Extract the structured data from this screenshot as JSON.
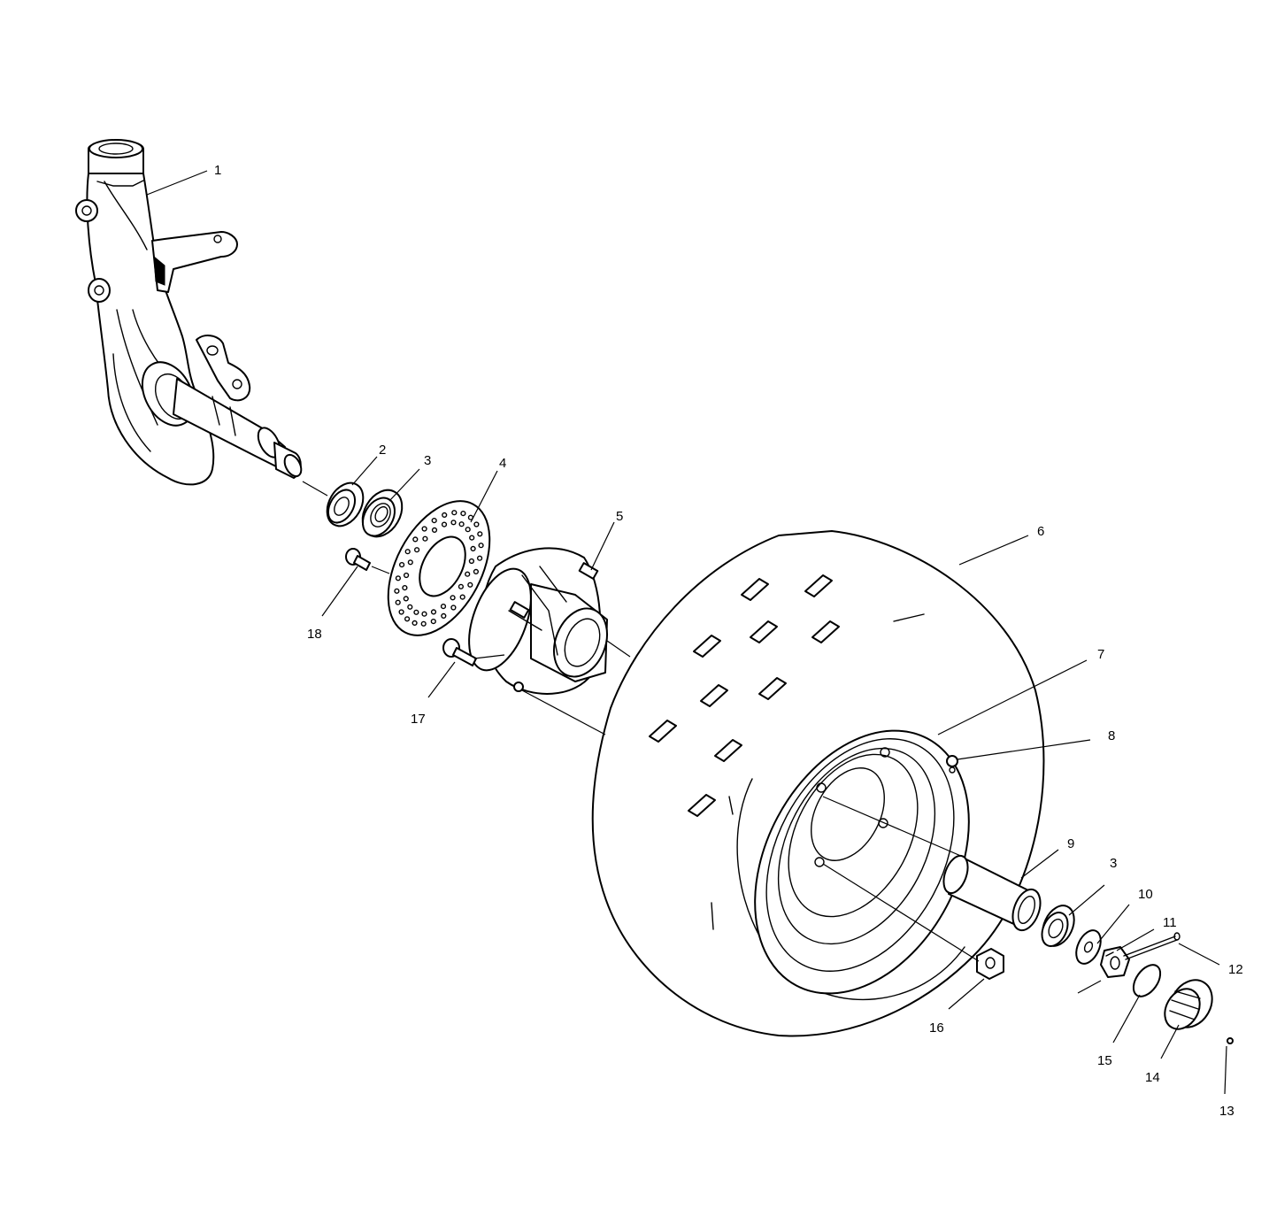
{
  "callouts": [
    {
      "id": "c1",
      "text": "1"
    },
    {
      "id": "c2",
      "text": "2"
    },
    {
      "id": "c3a",
      "text": "3"
    },
    {
      "id": "c4",
      "text": "4"
    },
    {
      "id": "c5",
      "text": "5"
    },
    {
      "id": "c6",
      "text": "6"
    },
    {
      "id": "c7",
      "text": "7"
    },
    {
      "id": "c8",
      "text": "8"
    },
    {
      "id": "c9",
      "text": "9"
    },
    {
      "id": "c3b",
      "text": "3"
    },
    {
      "id": "c10",
      "text": "10"
    },
    {
      "id": "c11",
      "text": "11"
    },
    {
      "id": "c12",
      "text": "12"
    },
    {
      "id": "c13",
      "text": "13"
    },
    {
      "id": "c14",
      "text": "14"
    },
    {
      "id": "c15",
      "text": "15"
    },
    {
      "id": "c16",
      "text": "16"
    },
    {
      "id": "c17",
      "text": "17"
    },
    {
      "id": "c18",
      "text": "18"
    }
  ],
  "parts": {
    "spindle": "steering-spindle",
    "seal": "seal",
    "bearing": "bearing",
    "brake_disc": "brake-disc",
    "hub": "wheel-hub",
    "tire": "tire",
    "wheel": "wheel-rim",
    "valve": "valve-stem",
    "spacer": "spacer-tube",
    "washer": "washer",
    "castle_nut": "castle-nut",
    "cotter_pin": "cotter-pin",
    "screw": "screw",
    "hub_cap": "hub-cap",
    "o_ring": "o-ring",
    "lug_nut": "lug-nut",
    "hub_bolt": "bolt",
    "disc_bolt": "bolt"
  }
}
